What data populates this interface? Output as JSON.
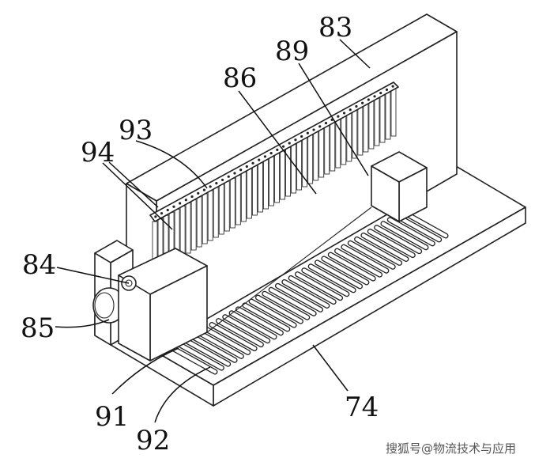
{
  "labels": {
    "l83": "83",
    "l89": "89",
    "l86": "86",
    "l93": "93",
    "l94": "94",
    "l84": "84",
    "l85": "85",
    "l91": "91",
    "l92": "92",
    "l74": "74"
  },
  "watermark": "搜狐号@物流技术与应用"
}
